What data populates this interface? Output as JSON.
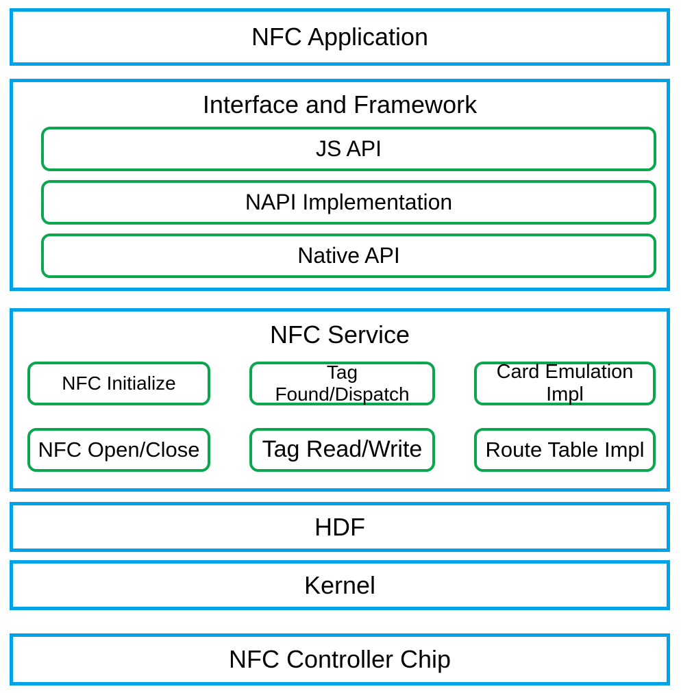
{
  "colors": {
    "layer_border": "#00A2E8",
    "module_border": "#0CA64F",
    "text": "#000000",
    "background": "#FFFFFF"
  },
  "layers": {
    "application": {
      "label": "NFC Application"
    },
    "framework": {
      "title": "Interface and Framework",
      "items": [
        {
          "label": "JS API"
        },
        {
          "label": "NAPI Implementation"
        },
        {
          "label": "Native API"
        }
      ]
    },
    "service": {
      "title": "NFC Service",
      "modules": [
        {
          "label": "NFC Initialize"
        },
        {
          "label": "Tag\nFound/Dispatch"
        },
        {
          "label": "Card Emulation\nImpl"
        },
        {
          "label": "NFC Open/Close"
        },
        {
          "label": "Tag Read/Write"
        },
        {
          "label": "Route Table Impl"
        }
      ]
    },
    "hdf": {
      "label": "HDF"
    },
    "kernel": {
      "label": "Kernel"
    },
    "controller_chip": {
      "label": "NFC Controller Chip"
    }
  }
}
